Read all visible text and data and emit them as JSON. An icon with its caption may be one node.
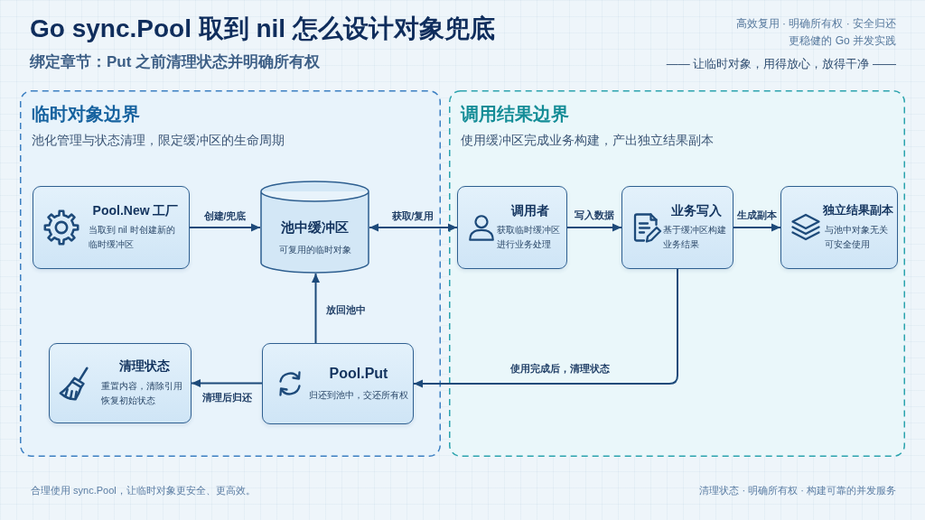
{
  "diagram": {
    "title": "Go sync.Pool 取到 nil 怎么设计对象兜底",
    "nodes": [
      {
        "text": [
          "临时对象边界",
          "池化管理与状态清理，限定缓冲区的生命周期"
        ]
      },
      {
        "text": [
          "Pool.New 工厂",
          "当取到 nil 时创建新的临时缓冲区"
        ],
        "in": 0
      },
      {
        "text": [
          "池中缓冲区",
          "可复用的临时对象"
        ],
        "in": 0
      },
      {
        "text": [
          "清理状态",
          "重置内容，清除引用恢复初始状态"
        ],
        "in": 0
      },
      {
        "text": [
          "Pool.Put",
          "归还到池中，交还所有权"
        ],
        "in": 0
      },
      {
        "text": [
          "调用结果边界",
          "使用缓冲区完成业务构建，产出独立结果副本"
        ]
      },
      {
        "text": [
          "调用者",
          "获取临时缓冲区进行业务处理"
        ],
        "in": 5
      },
      {
        "text": [
          "业务写入",
          "基于缓冲区构建业务结果"
        ],
        "in": 5
      },
      {
        "text": [
          "独立结果副本",
          "与池中对象无关可安全使用"
        ],
        "in": 5
      }
    ],
    "edges": [
      {
        "from": 1,
        "to": 2,
        "arrow": "to",
        "label": "创建/兜底"
      },
      {
        "from": 2,
        "to": 6,
        "arrow": "both",
        "label": "获取/复用"
      },
      {
        "from": 6,
        "to": 7,
        "arrow": "to",
        "label": "写入数据"
      },
      {
        "from": 7,
        "to": 8,
        "arrow": "to",
        "label": "生成副本"
      },
      {
        "from": 7,
        "to": 4,
        "arrow": "to",
        "label": "使用完成后，清理状态"
      },
      {
        "from": 4,
        "to": 3,
        "arrow": "to",
        "label": "清理后归还"
      },
      {
        "from": 4,
        "to": 2,
        "arrow": "to",
        "label": "放回池中"
      }
    ],
    "labels": [
      "绑定章节：Put 之前清理状态并明确所有权",
      "高效复用 · 明确所有权 · 安全归还",
      "更稳健的 Go 并发实践",
      "—— 让临时对象，用得放心，放得干净 ——",
      "合理使用 sync.Pool，让临时对象更安全、更高效。",
      "清理状态 · 明确所有权 · 构建可靠的并发服务"
    ]
  }
}
